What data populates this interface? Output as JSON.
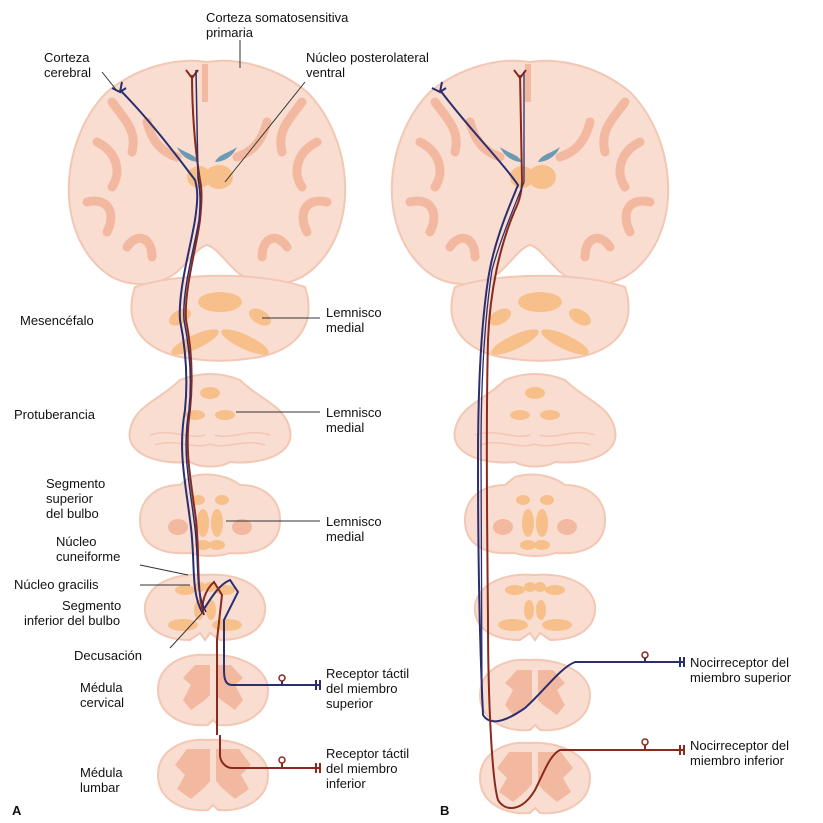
{
  "panels": {
    "a": {
      "letter": "A",
      "labels": {
        "corteza_somatosensitiva": [
          "Corteza somatosensitiva",
          "primaria"
        ],
        "corteza_cerebral": [
          "Corteza",
          "cerebral"
        ],
        "nucleo_posterolateral": [
          "Núcleo posterolateral",
          "ventral"
        ],
        "mesencefalo": [
          "Mesencéfalo"
        ],
        "lemnisco_1": [
          "Lemnisco",
          "medial"
        ],
        "protuberancia": [
          "Protuberancia"
        ],
        "lemnisco_2": [
          "Lemnisco",
          "medial"
        ],
        "segmento_superior": [
          "Segmento",
          "superior",
          "del bulbo"
        ],
        "lemnisco_3": [
          "Lemnisco",
          "medial"
        ],
        "nucleo_cuneiforme": [
          "Núcleo",
          "cuneiforme"
        ],
        "nucleo_gracilis": [
          "Núcleo gracilis"
        ],
        "segmento_inferior": [
          "Segmento",
          "inferior del bulbo"
        ],
        "decusacion": [
          "Decusación"
        ],
        "medula_cervical": [
          "Médula",
          "cervical"
        ],
        "receptor_superior": [
          "Receptor táctil",
          "del miembro",
          "superior"
        ],
        "medula_lumbar": [
          "Médula",
          "lumbar"
        ],
        "receptor_inferior": [
          "Receptor táctil",
          "del miembro",
          "inferior"
        ]
      }
    },
    "b": {
      "letter": "B",
      "labels": {
        "nocirreceptor_superior": [
          "Nocirreceptor del",
          "miembro superior"
        ],
        "nocirreceptor_inferior": [
          "Nocirreceptor del",
          "miembro inferior"
        ]
      }
    }
  },
  "colors": {
    "tissue": "#f9ddd0",
    "tissue_edge": "#f2c7b4",
    "gray_matter": "#f3b9a0",
    "nucleus": "#f7c08a",
    "ventricle": "#6b9bb4",
    "pathway_upper": "#2c2e6e",
    "pathway_lower": "#8a2a1e",
    "leader": "#333333"
  }
}
